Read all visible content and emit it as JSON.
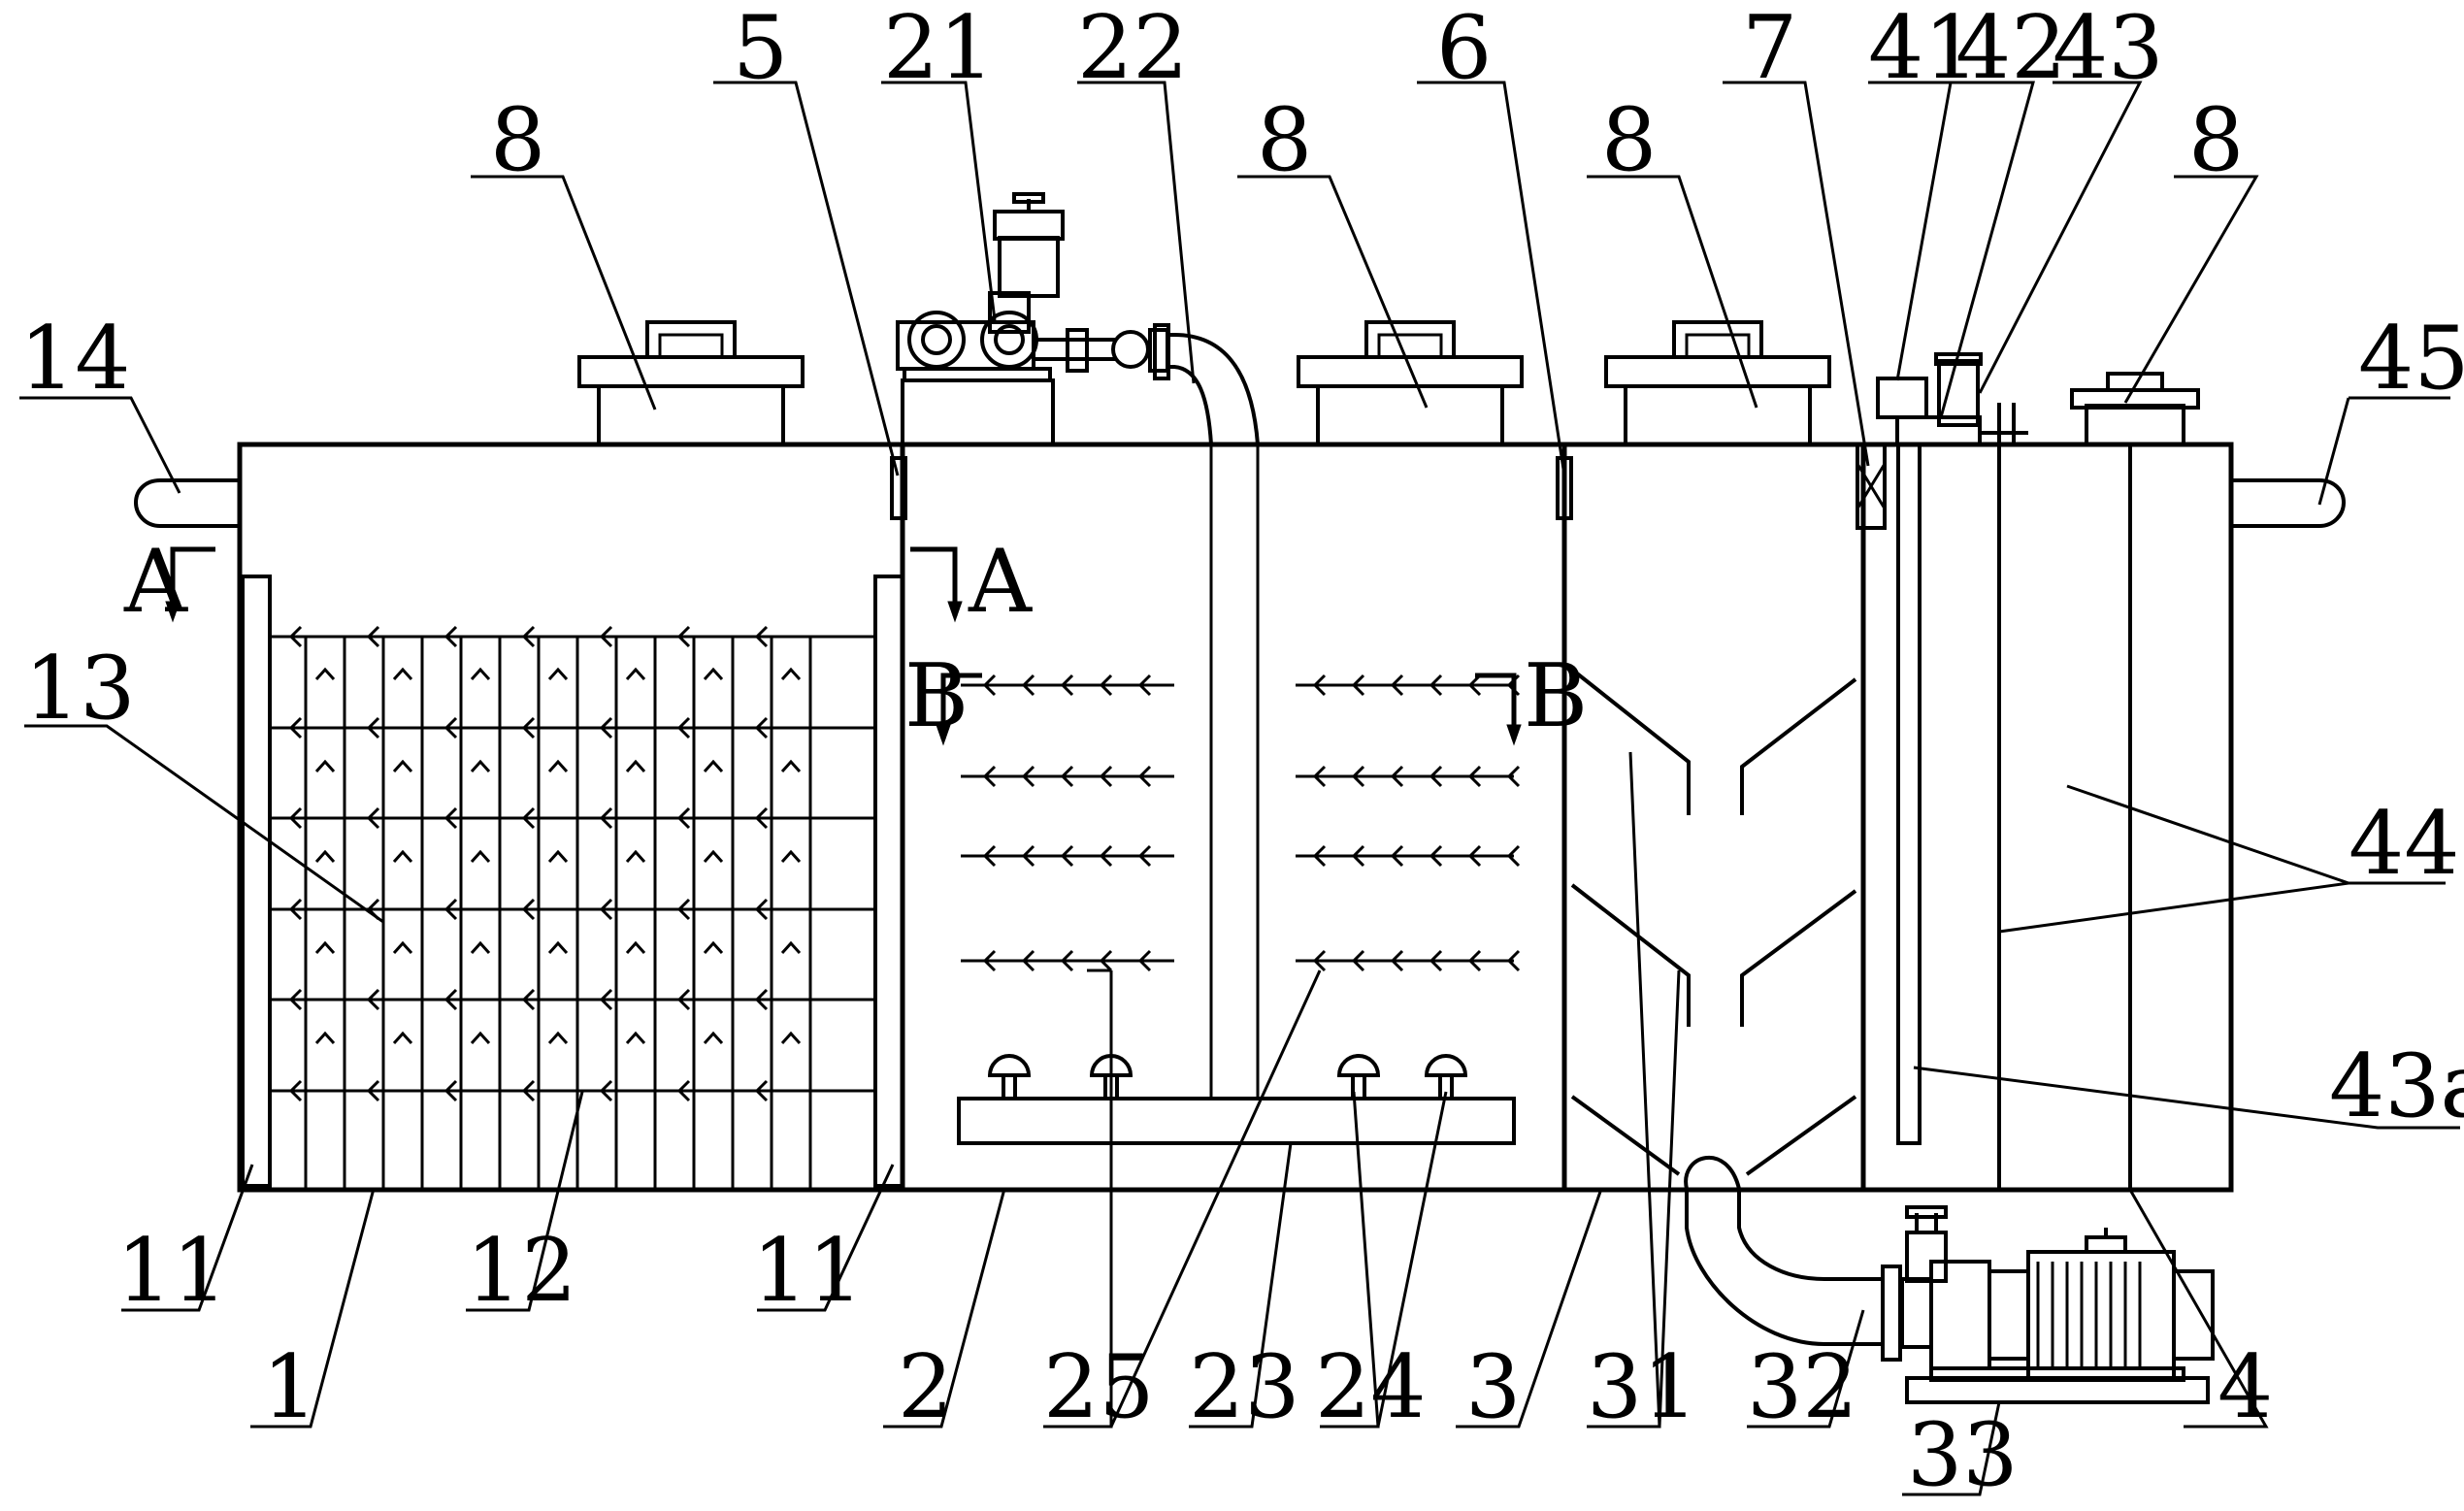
{
  "labels": {
    "n5": "5",
    "n21": "21",
    "n22": "22",
    "n8a": "8",
    "n8b": "8",
    "n6": "6",
    "n8c": "8",
    "n7": "7",
    "n41": "41",
    "n42": "42",
    "n43": "43",
    "n8d": "8",
    "n14": "14",
    "n45": "45",
    "n13": "13",
    "n44": "44",
    "n43a": "43a",
    "n11a": "11",
    "n12": "12",
    "n11b": "11",
    "n1": "1",
    "n2": "2",
    "n25": "25",
    "n23": "23",
    "n24": "24",
    "n3": "3",
    "n31": "31",
    "n32": "32",
    "n4": "4",
    "n33": "33",
    "secA1": "A",
    "secA2": "A",
    "secB1": "B",
    "secB2": "B"
  },
  "colors": {
    "line": "#000000",
    "background": "#ffffff"
  }
}
